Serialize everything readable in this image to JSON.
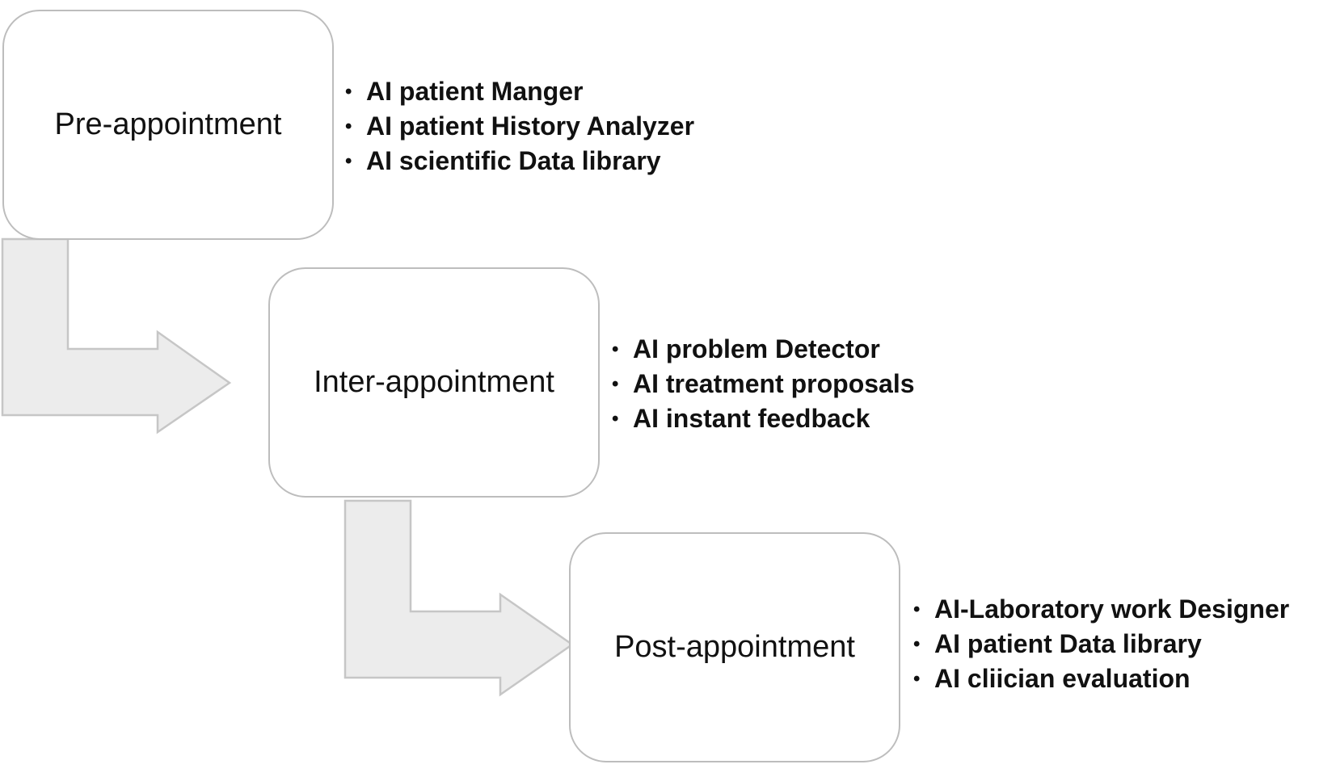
{
  "stages": [
    {
      "label": "Pre-appointment",
      "items": [
        "AI patient Manger",
        "AI patient History Analyzer",
        "AI scientific Data library"
      ]
    },
    {
      "label": "Inter-appointment",
      "items": [
        "AI problem Detector",
        "AI treatment proposals",
        "AI instant feedback"
      ]
    },
    {
      "label": "Post-appointment",
      "items": [
        "AI-Laboratory work Designer",
        "AI patient Data library",
        "AI cliician evaluation"
      ]
    }
  ],
  "bullet": "•",
  "colors": {
    "box_border": "#bdbdbd",
    "arrow_fill": "#ececec",
    "arrow_stroke": "#c6c6c6",
    "text": "#111111"
  }
}
